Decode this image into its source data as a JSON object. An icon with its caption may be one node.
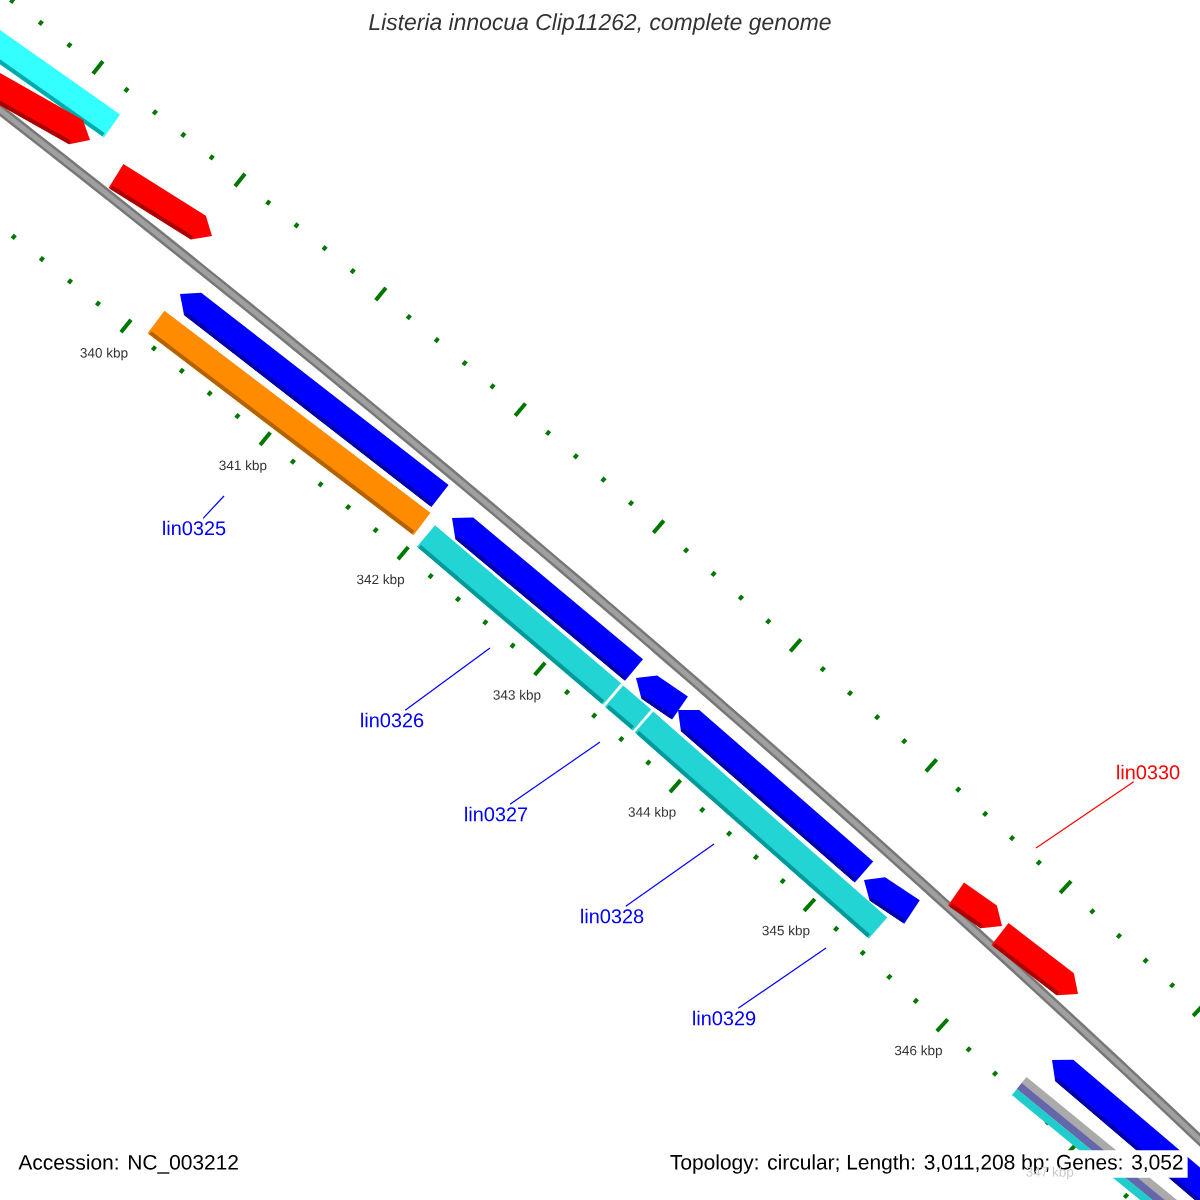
{
  "diagram": {
    "title": "Listeria innocua Clip11262, complete genome",
    "nodes": [
      {
        "text": [
          "lin0325"
        ]
      },
      {
        "text": [
          "lin0326"
        ]
      },
      {
        "text": [
          "lin0327"
        ]
      },
      {
        "text": [
          "lin0328"
        ]
      },
      {
        "text": [
          "lin0329"
        ]
      },
      {
        "text": [
          "lin0330"
        ]
      }
    ],
    "edges": [
      {
        "from": 0,
        "to": null,
        "arrow": "none"
      },
      {
        "from": 1,
        "to": null,
        "arrow": "none"
      },
      {
        "from": 2,
        "to": null,
        "arrow": "none"
      },
      {
        "from": 3,
        "to": null,
        "arrow": "none"
      },
      {
        "from": 4,
        "to": null,
        "arrow": "none"
      },
      {
        "from": 5,
        "to": null,
        "arrow": "none",
        "color": "#ff0000"
      }
    ],
    "labels": [
      "340 kbp",
      "341 kbp",
      "342 kbp",
      "343 kbp",
      "344 kbp",
      "345 kbp",
      "346 kbp",
      "347 kbp",
      "Accession: NC_003212",
      "Topology: circular; Length: 3,011,208 bp; Genes: 3,052"
    ]
  }
}
